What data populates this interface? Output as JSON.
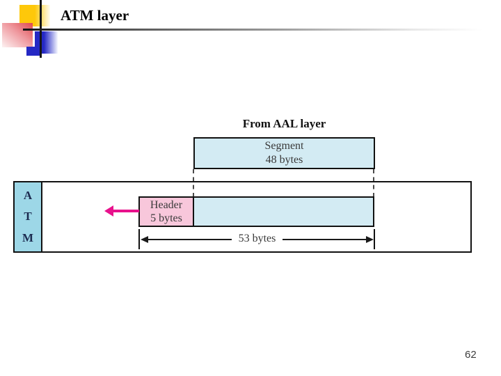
{
  "slide": {
    "title": "ATM layer",
    "page_number": "62"
  },
  "diagram": {
    "from_label": "From AAL layer",
    "segment_box": {
      "line1": "Segment",
      "line2": "48 bytes"
    },
    "atm_letters": [
      "A",
      "T",
      "M"
    ],
    "header_box": {
      "line1": "Header",
      "line2": "5 bytes"
    },
    "dimension_label": "53 bytes",
    "colors": {
      "box_fill": "#d3ebf3",
      "atm_fill": "#9dd7e7",
      "header_fill": "#f8c7db",
      "arrow": "#e8118c",
      "border": "#111111",
      "accent_yellow": "#fec80a",
      "accent_red": "#df4a4f",
      "accent_blue": "#2428c4"
    }
  }
}
